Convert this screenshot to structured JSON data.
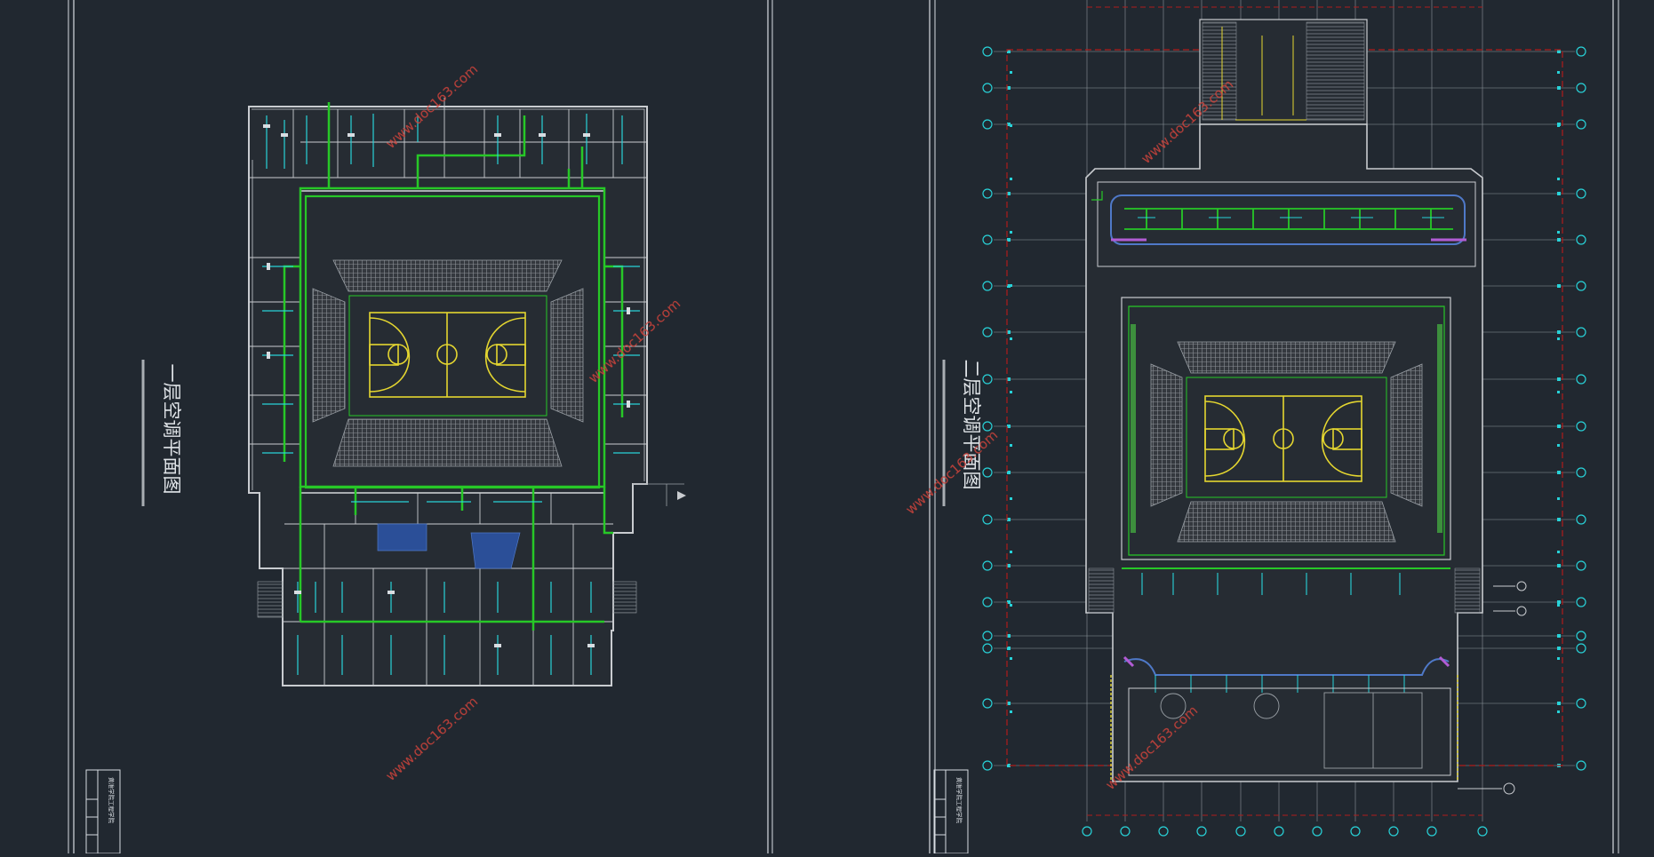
{
  "drawing": {
    "sheets": [
      {
        "title": "一层空调平面图"
      },
      {
        "title": "二层空调平面图"
      }
    ],
    "watermark": "www.doc163.com",
    "title_block": {
      "school": "黄淮学院工程学院"
    }
  },
  "colors": {
    "background": "#212830",
    "frame": "#d8dde2",
    "wall": "#c9ccd0",
    "duct_green": "#27c827",
    "pipe_cyan": "#28d2d8",
    "court_yellow": "#e4d630",
    "watermark": "#d0443c",
    "axis_red": "#b01b1b"
  },
  "icons": [
    "grid-axis-bubble-icon",
    "north-arrow-icon",
    "basketball-court-icon"
  ]
}
